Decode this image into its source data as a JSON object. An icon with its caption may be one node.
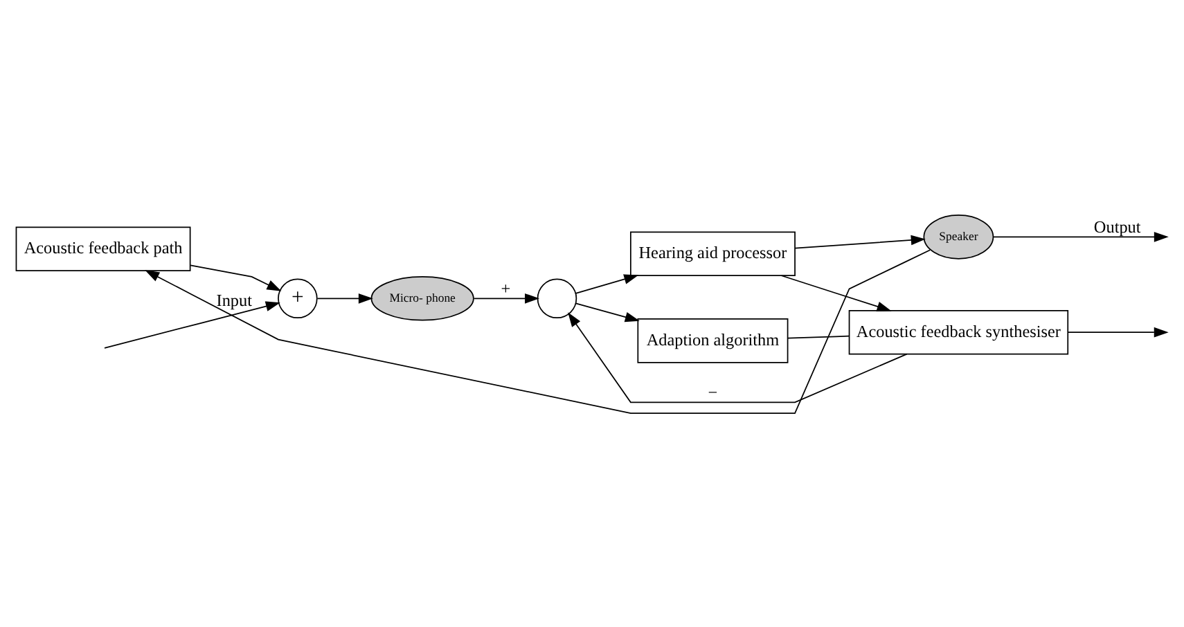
{
  "diagram": {
    "nodes": [
      {
        "text": [
          "Acoustic feedback path"
        ]
      },
      {
        "text": [
          "+"
        ]
      },
      {
        "text": [
          "Micro- phone"
        ]
      },
      {
        "text": [],
        "shape": "circle"
      },
      {
        "text": [
          "Hearing aid processor"
        ]
      },
      {
        "text": [
          "Adaption algorithm"
        ]
      },
      {
        "text": [
          "Acoustic feedback synthesiser"
        ]
      },
      {
        "text": [
          "Speaker"
        ]
      }
    ],
    "edges": [
      {
        "from": null,
        "to": 1,
        "arrow": "to",
        "label": "Input"
      },
      {
        "from": 0,
        "to": 1,
        "arrow": "to"
      },
      {
        "from": 1,
        "to": 2,
        "arrow": "to"
      },
      {
        "from": 2,
        "to": 3,
        "arrow": "to",
        "label": "+"
      },
      {
        "from": 3,
        "to": 4,
        "arrow": "to"
      },
      {
        "from": 3,
        "to": 5,
        "arrow": "to"
      },
      {
        "from": 4,
        "to": 7,
        "arrow": "to"
      },
      {
        "from": 4,
        "to": 6,
        "arrow": "to"
      },
      {
        "from": 7,
        "to": 0,
        "arrow": "to"
      },
      {
        "from": 7,
        "to": null,
        "arrow": "to",
        "label": "Output"
      },
      {
        "from": 6,
        "to": 3,
        "arrow": "to",
        "label": "−"
      },
      {
        "from": 5,
        "to": 6,
        "arrow": "none"
      },
      {
        "from": 6,
        "to": null,
        "arrow": "to"
      }
    ]
  }
}
